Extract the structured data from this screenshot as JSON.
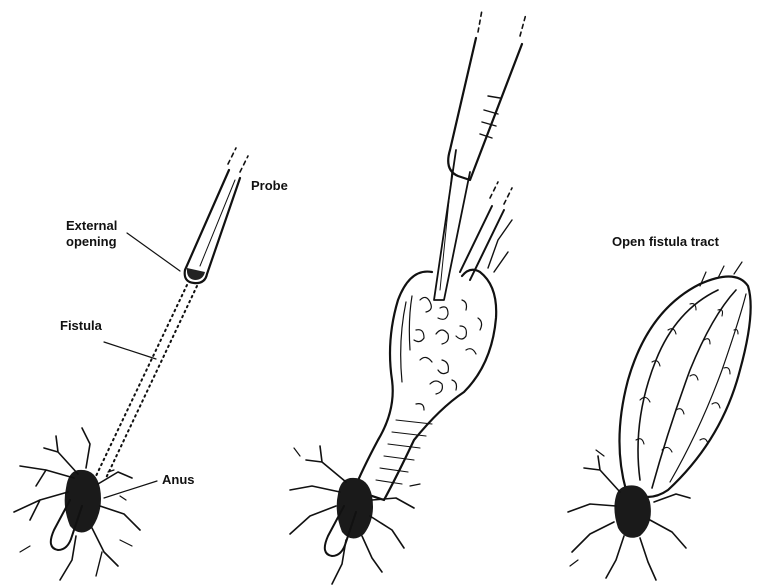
{
  "labels": {
    "probe": "Probe",
    "external_opening_line1": "External",
    "external_opening_line2": "opening",
    "fistula": "Fistula",
    "anus": "Anus",
    "open_fistula_tract": "Open fistula tract"
  }
}
